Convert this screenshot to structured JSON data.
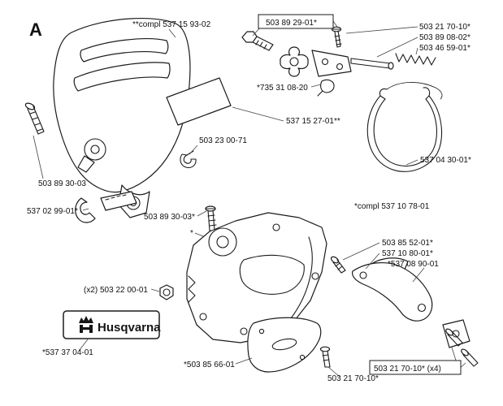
{
  "section_letter": "A",
  "brand": "Husqvarna",
  "labels": [
    "**compl 537 15 93-02",
    "503 89 29-01*",
    "503 21 70-10*",
    "503 89 08-02*",
    "503 46 59-01*",
    "*735 31 08-20",
    "537 15 27-01**",
    "503 23 00-71",
    "537 04 30-01*",
    "503 89 30-03",
    "537 02 99-01*",
    "503 89 30-03*",
    "*compl 537 10 78-01",
    "*",
    "503 85 52-01*",
    "537 10 80-01*",
    "*537 08 90-01",
    "(x2) 503 22 00-01",
    "*537 37 04-01",
    "*503 85 66-01",
    "503 21 70-10*",
    "503 21 70-10* (x4)"
  ]
}
